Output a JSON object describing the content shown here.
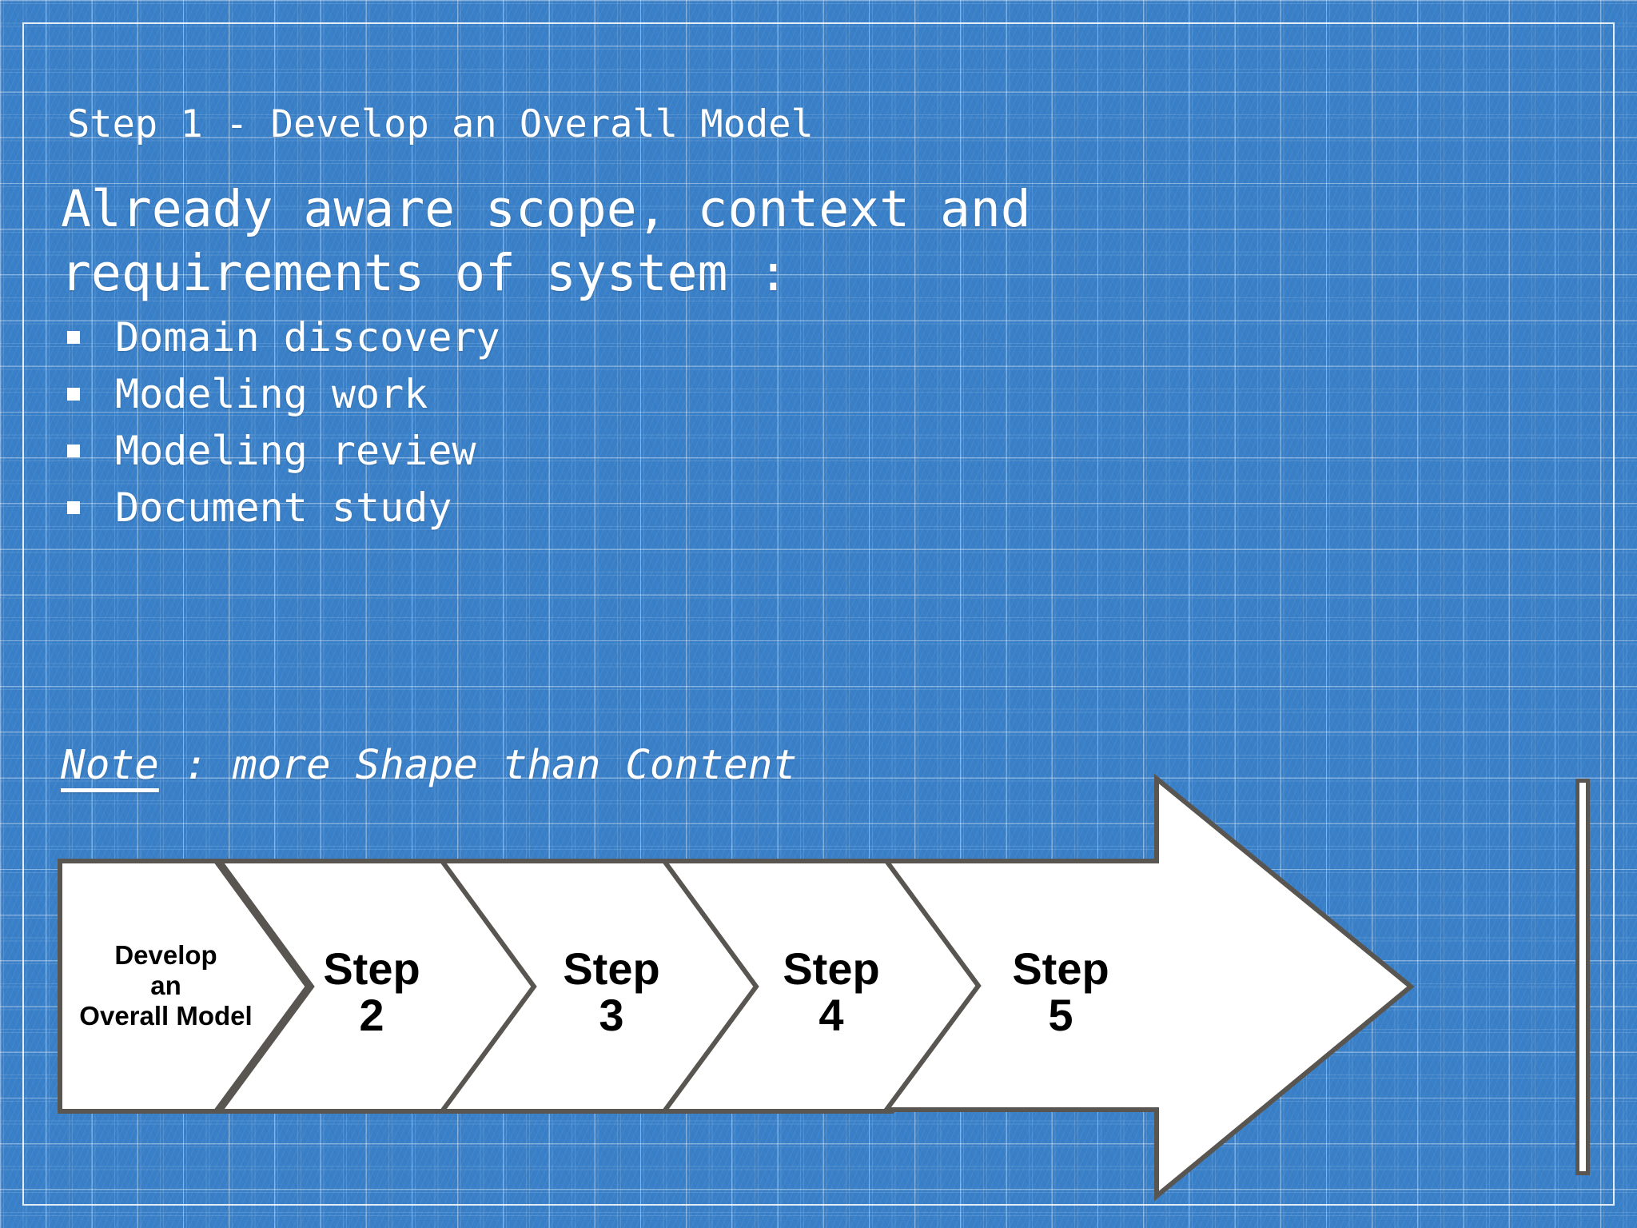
{
  "slide": {
    "title": "Step 1 - Develop an Overall Model",
    "lead_line1": "Already aware scope, context and",
    "lead_line2": "requirements of system :",
    "bullets": [
      {
        "marker": "square-bullet",
        "text": "Domain discovery"
      },
      {
        "marker": "square-bullet",
        "text": "Modeling work"
      },
      {
        "marker": "square-bullet",
        "text": "Modeling review"
      },
      {
        "marker": "square-bullet",
        "text": "Document study"
      }
    ],
    "note": {
      "underlined_word": "Note",
      "rest": " : more Shape than Content"
    },
    "colors": {
      "background_blue": "#3a80c8",
      "grid_line": "#ffffff",
      "shape_fill": "#ffffff",
      "shape_stroke": "#595550",
      "shape_text": "#000000",
      "body_text": "#ffffff"
    }
  },
  "process": {
    "steps": [
      {
        "shape": "pentagon",
        "lines": [
          "Develop",
          "an",
          "Overall Model"
        ],
        "size": "small"
      },
      {
        "shape": "chevron",
        "lines": [
          "Step",
          "2"
        ],
        "size": "big"
      },
      {
        "shape": "chevron",
        "lines": [
          "Step",
          "3"
        ],
        "size": "big"
      },
      {
        "shape": "chevron",
        "lines": [
          "Step",
          "4"
        ],
        "size": "big"
      },
      {
        "shape": "arrow",
        "lines": [
          "Step",
          "5"
        ],
        "size": "big"
      }
    ],
    "end_marker": "vertical-bar"
  }
}
